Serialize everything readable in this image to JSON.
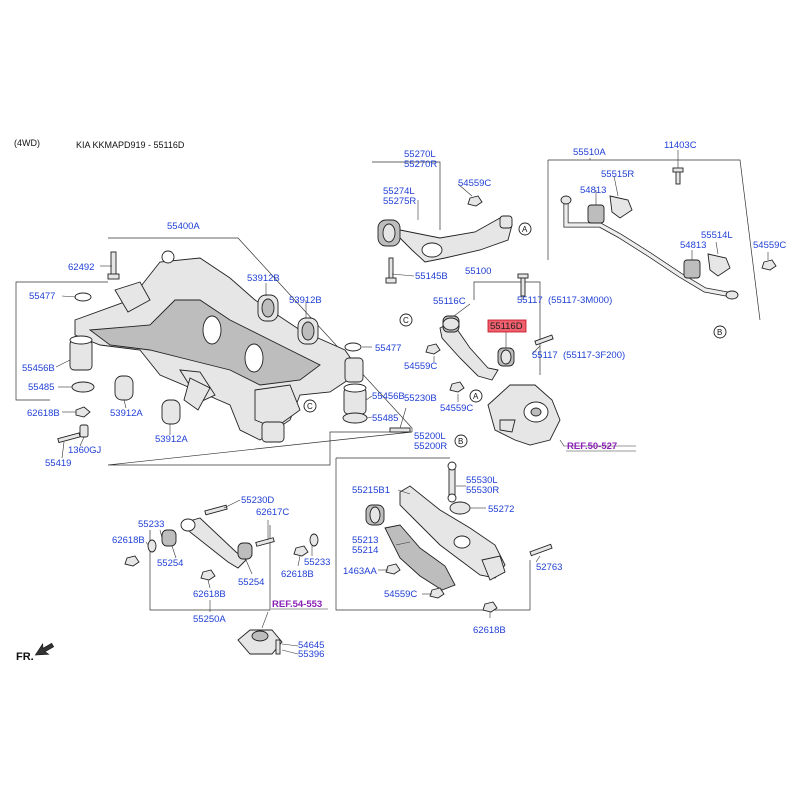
{
  "header": {
    "variant": "(4WD)",
    "catalog": "KIA KKMAPD919 - 55116D"
  },
  "orientation": "FR.",
  "highlight_color": "#f0606e",
  "label_color": "#1f3fd6",
  "ref_color": "#8a1fb5",
  "parts": {
    "p55400A": "55400A",
    "p62492": "62492",
    "p55477a": "55477",
    "p53912Ba": "53912B",
    "p53912Bb": "53912B",
    "p55477b": "55477",
    "p55456Ba": "55456B",
    "p55485a": "55485",
    "p62618Ba": "62618B",
    "p53912Aa": "53912A",
    "p55456Bb": "55456B",
    "p55485b": "55485",
    "p53912Ab": "53912A",
    "p1360GJ": "1360GJ",
    "p55419": "55419",
    "p55270L": "55270L",
    "p55270R": "55270R",
    "p55274L": "55274L",
    "p55275R": "55275R",
    "p54559Ca": "54559C",
    "p55145B": "55145B",
    "p55100": "55100",
    "p55116C": "55116C",
    "p55117a": "55117",
    "p55117a_note": "(55117-3M000)",
    "p55116D": "55116D",
    "p55117b": "55117",
    "p55117b_note": "(55117-3F200)",
    "p54559Cb": "54559C",
    "p54559Cc": "54559C",
    "p55230B": "55230B",
    "p55200L": "55200L",
    "p55200R": "55200R",
    "p55510A": "55510A",
    "p11403C": "11403C",
    "p55515R": "55515R",
    "p54813a": "54813",
    "p55514L": "55514L",
    "p54813b": "54813",
    "p54559Cd": "54559C",
    "ref50527": "REF.50-527",
    "p55530L": "55530L",
    "p55530R": "55530R",
    "p55215B1": "55215B1",
    "p55272": "55272",
    "p55213": "55213",
    "p55214": "55214",
    "p1463AA": "1463AA",
    "p54559Ce": "54559C",
    "p62618Bb": "62618B",
    "p52763": "52763",
    "p55230D": "55230D",
    "p55233a": "55233",
    "p62617C": "62617C",
    "p62618Bc": "62618B",
    "p55254a": "55254",
    "p55233b": "55233",
    "p62618Bd": "62618B",
    "p55254b": "55254",
    "p62618Be": "62618B",
    "p55250A": "55250A",
    "ref54553": "REF.54-553",
    "p54645": "54645",
    "p55396": "55396"
  },
  "callouts": {
    "A": "A",
    "B": "B",
    "C": "C"
  }
}
